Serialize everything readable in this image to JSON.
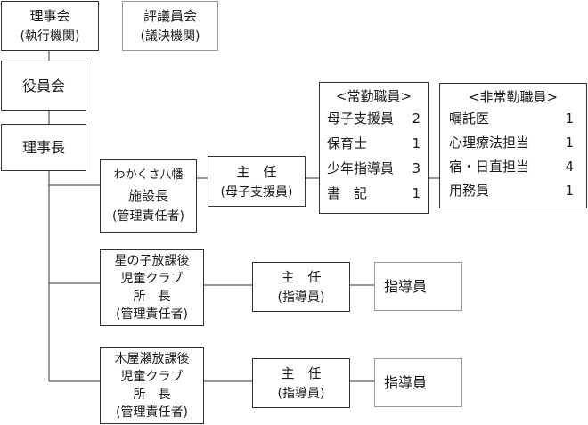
{
  "board": {
    "title": "理事会",
    "sub": "(執行機関)"
  },
  "council": {
    "title": "評議員会",
    "sub": "(議決機関)"
  },
  "officers": {
    "title": "役員会"
  },
  "chairman": {
    "title": "理事長"
  },
  "facility": {
    "line1": "わかくさ八幡",
    "line2": "施設長",
    "line3": "(管理責任者)"
  },
  "chief1": {
    "title": "主　任",
    "sub": "(母子支援員)"
  },
  "fulltime": {
    "header": "<常勤職員>",
    "rows": [
      {
        "role": "母子支援員",
        "count": "2"
      },
      {
        "role": "保育士",
        "count": "1"
      },
      {
        "role": "少年指導員",
        "count": "3"
      },
      {
        "role": "書　記",
        "count": "1"
      }
    ]
  },
  "parttime": {
    "header": "<非常勤職員>",
    "rows": [
      {
        "role": "嘱託医",
        "count": "1"
      },
      {
        "role": "心理療法担当",
        "count": "1"
      },
      {
        "role": "宿・日直担当",
        "count": "4"
      },
      {
        "role": "用務員",
        "count": "1"
      }
    ]
  },
  "club1": {
    "line1": "星の子放課後",
    "line2": "児童クラブ",
    "line3": "所　長",
    "line4": "(管理責任者)"
  },
  "chief2": {
    "title": "主　任",
    "sub": "(指導員)"
  },
  "staff2": {
    "title": "指導員"
  },
  "club2": {
    "line1": "木屋瀬放課後",
    "line2": "児童クラブ",
    "line3": "所　長",
    "line4": "(管理責任者)"
  },
  "chief3": {
    "title": "主　任",
    "sub": "(指導員)"
  },
  "staff3": {
    "title": "指導員"
  }
}
